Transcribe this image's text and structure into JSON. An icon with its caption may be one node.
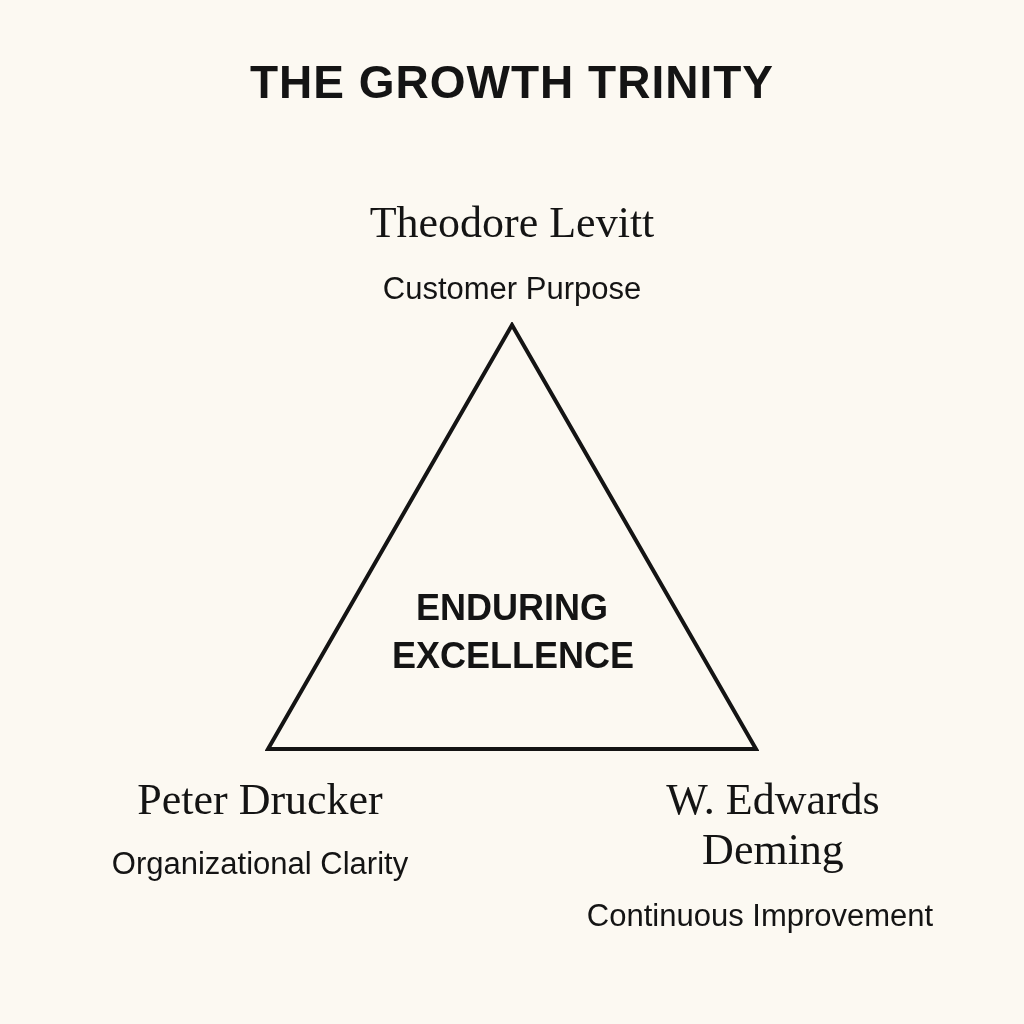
{
  "diagram": {
    "title": "THE GROWTH TRINITY",
    "nodes": [
      {
        "text": [
          "ENDURING EXCELLENCE"
        ]
      }
    ],
    "edges": [],
    "labels": [
      "Theodore Levitt",
      "Customer Purpose",
      "Peter Drucker",
      "Organizational Clarity",
      "W. Edwards Deming",
      "Continuous Improvement"
    ]
  }
}
